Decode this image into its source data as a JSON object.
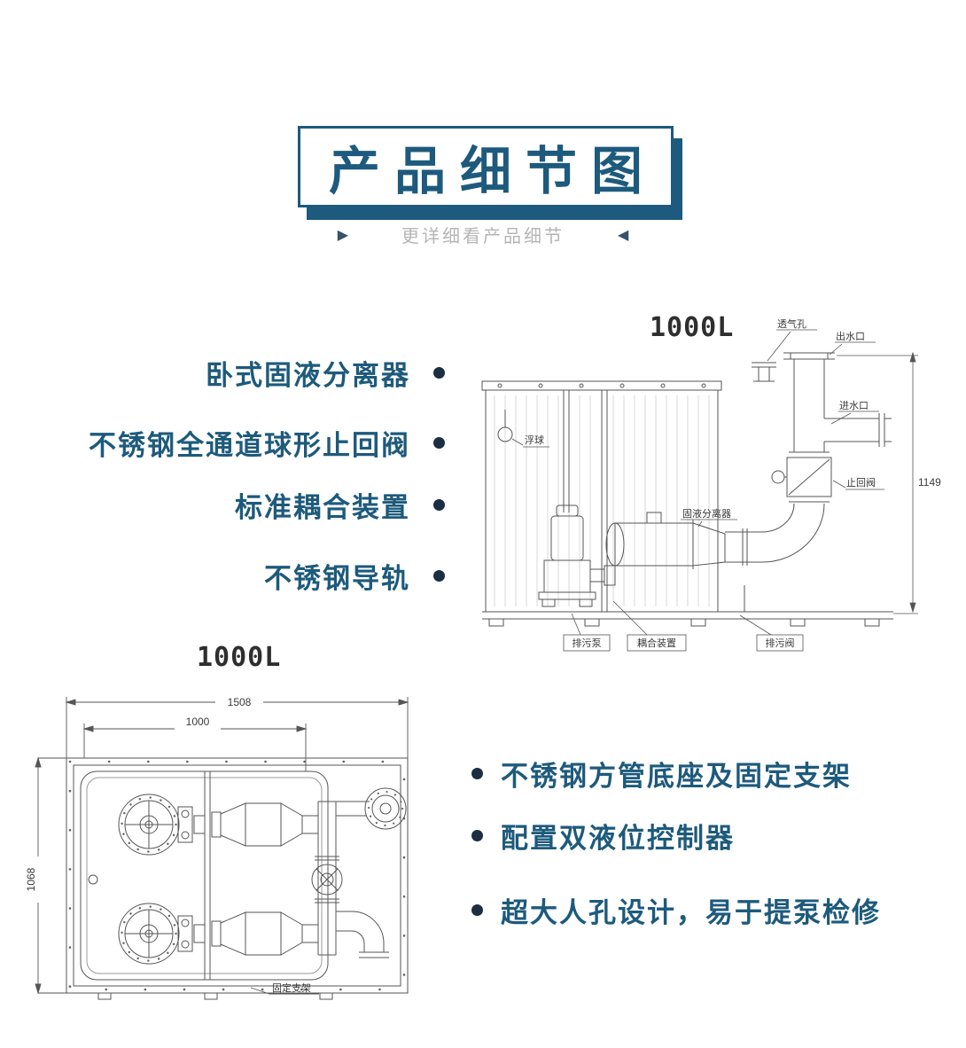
{
  "header": {
    "title": "产品细节图",
    "subtitle": "更详细看产品细节",
    "arrow_left": "▶",
    "arrow_right": "◀"
  },
  "side_view": {
    "capacity": "1000L",
    "dim_height": "1149",
    "labels": {
      "vent": "透气孔",
      "outlet": "出水口",
      "inlet": "进水口",
      "check_valve": "止回阀",
      "float_ball": "浮球",
      "separator": "固液分离器",
      "pump": "排污泵",
      "coupling": "耦合装置",
      "drain_valve": "排污阀"
    }
  },
  "features_left": [
    "卧式固液分离器",
    "不锈钢全通道球形止回阀",
    "标准耦合装置",
    "不锈钢导轨"
  ],
  "top_view": {
    "capacity": "1000L",
    "dims": {
      "outer_width": "1508",
      "inner_width": "1000",
      "depth": "1068"
    },
    "labels": {
      "bracket": "固定支架"
    }
  },
  "features_right": [
    "不锈钢方管底座及固定支架",
    "配置双液位控制器",
    "超大人孔设计，易于提泵检修"
  ],
  "colors": {
    "accent": "#1d5a7d",
    "bullet": "#1b2e42",
    "subtitle_gray": "#b5b5b5",
    "line_gray": "#555555"
  }
}
